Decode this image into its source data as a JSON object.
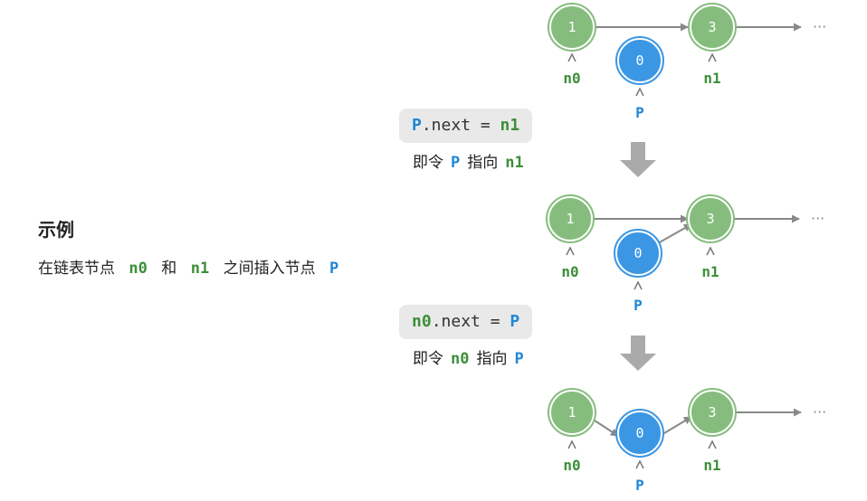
{
  "example": {
    "title": "示例",
    "desc_pre": "在链表节点",
    "n0": "n0",
    "desc_and": "和",
    "n1": "n1",
    "desc_mid": "之间插入节点",
    "p": "P"
  },
  "step1": {
    "code_lhs": "P",
    "code_op": ".next = ",
    "code_rhs": "n1",
    "cap_pre": "即令",
    "cap_a": "P",
    "cap_mid": "指向",
    "cap_b": "n1"
  },
  "step2": {
    "code_lhs": "n0",
    "code_op": ".next = ",
    "code_rhs": "P",
    "cap_pre": "即令",
    "cap_a": "n0",
    "cap_mid": "指向",
    "cap_b": "P"
  },
  "nodes": {
    "v1": "1",
    "v0": "0",
    "v3": "3",
    "ellipsis": "···",
    "label_n0": "n0",
    "label_p": "P",
    "label_n1": "n1"
  },
  "colors": {
    "green_node": "#86bd7e",
    "blue_node": "#3b97e4",
    "green_text": "#3d8f3a",
    "blue_text": "#1f86d6",
    "arrow": "#888888"
  }
}
